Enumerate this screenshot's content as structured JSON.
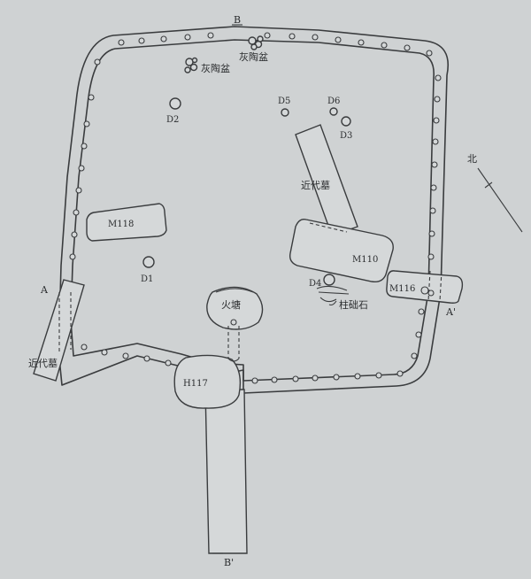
{
  "labels": {
    "section_top": "B",
    "section_bottom": "B'",
    "section_left": "A",
    "section_right": "A'",
    "north": "北",
    "pot_1": "灰陶盆",
    "pot_2": "灰陶盆",
    "d1": "D1",
    "d2": "D2",
    "d3": "D3",
    "d4": "D4",
    "d5": "D5",
    "d6": "D6",
    "m118": "M118",
    "m110": "M110",
    "m116": "M116",
    "h117": "H117",
    "hearth": "火塘",
    "pillar_stone": "柱础石",
    "modern_grave_1": "近代墓",
    "modern_grave_2": "近代墓"
  },
  "colors": {
    "paper": "#cfd2d3",
    "ink": "#3a3c3e"
  }
}
